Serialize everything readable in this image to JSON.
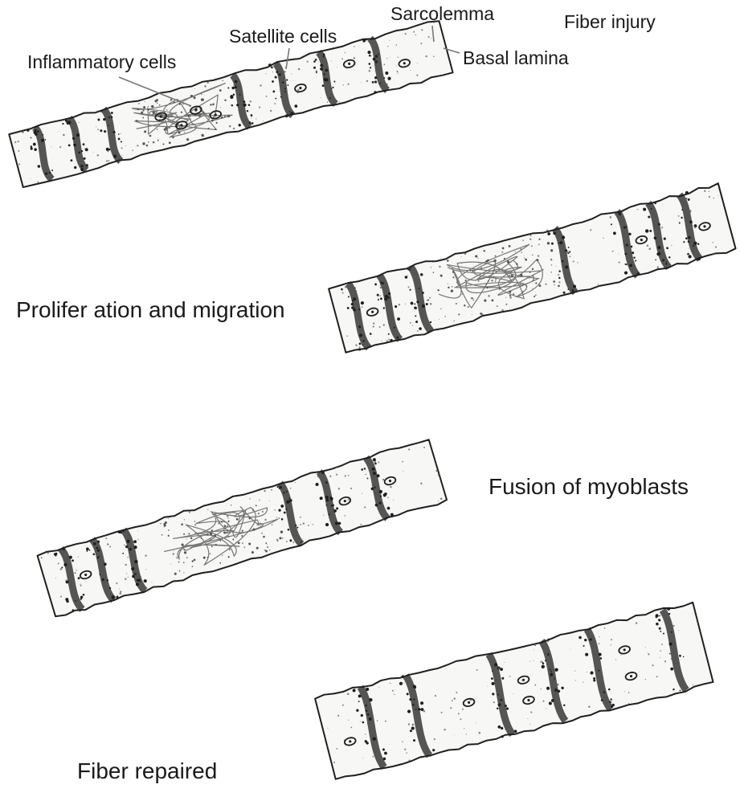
{
  "stages": [
    {
      "id": "injury",
      "title": "Fiber injury",
      "callouts": {
        "sarcolemma": "Sarcolemma",
        "satellite_cells": "Satellite cells",
        "basal_lamina": "Basal lamina",
        "inflammatory_cells": "Inflammatory cells"
      }
    },
    {
      "id": "proliferation",
      "title": "Prolifer ation and migration"
    },
    {
      "id": "fusion",
      "title": "Fusion of myoblasts"
    },
    {
      "id": "repaired",
      "title": "Fiber repaired"
    }
  ],
  "colors": {
    "ink": "#1f1f1f",
    "stipple": "#555555",
    "fiber_fill": "#f7f7f5"
  }
}
